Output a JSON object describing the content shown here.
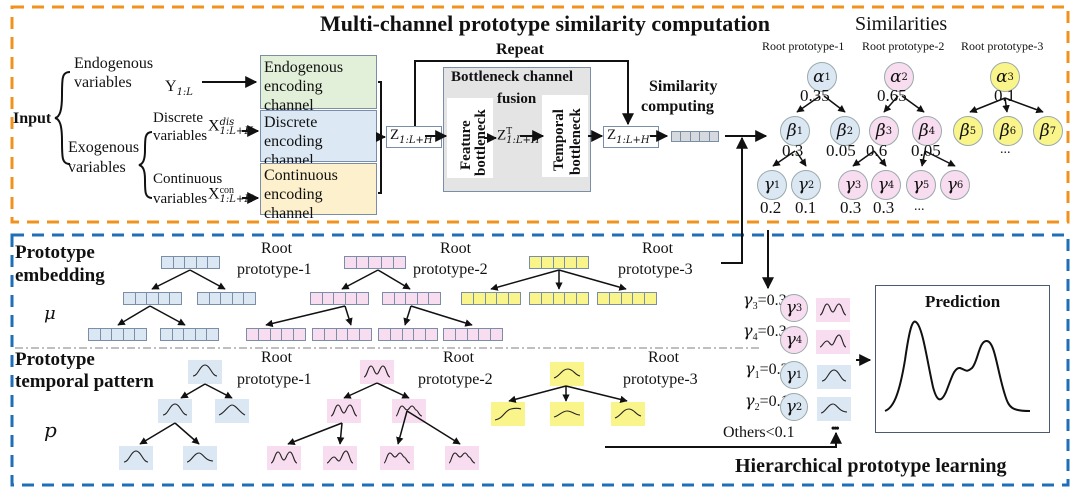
{
  "top_section": {
    "title": "Multi-channel prototype similarity computation",
    "input_label": "Input",
    "endogenous_label_1": "Endogenous",
    "endogenous_label_2": "variables",
    "exogenous_label_1": "Exogenous",
    "exogenous_label_2": "variables",
    "discrete_label_1": "Discrete",
    "discrete_label_2": "variables",
    "continuous_label_1": "Continuous",
    "continuous_label_2": "variables",
    "y_symbol": "Y",
    "y_sub": "1:L",
    "x_dis_symbol": "X",
    "x_dis_sup": "dis",
    "x_dis_sub": "1:L+H",
    "x_con_symbol": "X",
    "x_con_sup": "con",
    "x_con_sub": "1:L+H",
    "channels": [
      {
        "line1": "Endogenous",
        "line2": "encoding channel",
        "color": "#e2efd9"
      },
      {
        "line1": "Discrete",
        "line2": "encoding channel",
        "color": "#dce9f5"
      },
      {
        "line1": "Continuous",
        "line2": "encoding channel",
        "color": "#fdf0cc"
      }
    ],
    "z_symbol": "Z",
    "z_sub": "1:L+H",
    "zt_sup": "T",
    "repeat_label": "Repeat",
    "bottleneck_title_1": "Bottleneck channel",
    "bottleneck_title_2": "fusion",
    "feature_bottleneck_1": "Feature",
    "feature_bottleneck_2": "bottleneck",
    "temporal_bottleneck_1": "Temporal",
    "temporal_bottleneck_2": "bottleneck",
    "similarity_computing_1": "Similarity",
    "similarity_computing_2": "computing",
    "similarities_title": "Similarities",
    "root_labels": [
      "Root prototype-1",
      "Root prototype-2",
      "Root prototype-3"
    ],
    "tree": {
      "alpha": [
        {
          "sym": "α",
          "sub": "1",
          "val": "0.35"
        },
        {
          "sym": "α",
          "sub": "2",
          "val": "0.65"
        },
        {
          "sym": "α",
          "sub": "3",
          "val": "0.1"
        }
      ],
      "beta": [
        {
          "sym": "β",
          "sub": "1",
          "val": "0.3"
        },
        {
          "sym": "β",
          "sub": "2",
          "val": "0.05"
        },
        {
          "sym": "β",
          "sub": "3",
          "val": "0.6"
        },
        {
          "sym": "β",
          "sub": "4",
          "val": "0.05"
        },
        {
          "sym": "β",
          "sub": "5",
          "val": ""
        },
        {
          "sym": "β",
          "sub": "6",
          "val": ""
        },
        {
          "sym": "β",
          "sub": "7",
          "val": ""
        }
      ],
      "gamma": [
        {
          "sym": "γ",
          "sub": "1",
          "val": "0.2"
        },
        {
          "sym": "γ",
          "sub": "2",
          "val": "0.1"
        },
        {
          "sym": "γ",
          "sub": "3",
          "val": "0.3"
        },
        {
          "sym": "γ",
          "sub": "4",
          "val": "0.3"
        },
        {
          "sym": "γ",
          "sub": "5",
          "val": ""
        },
        {
          "sym": "γ",
          "sub": "6",
          "val": ""
        }
      ],
      "ellipsis_beta": "...",
      "ellipsis_gamma": "..."
    }
  },
  "bottom_section": {
    "title": "Hierarchical prototype learning",
    "embedding_title_1": "Prototype",
    "embedding_title_2": "embedding",
    "embedding_symbol": "μ",
    "pattern_title_1": "Prototype",
    "pattern_title_2": "temporal pattern",
    "pattern_symbol": "p",
    "root_word": "Root",
    "root_names": [
      "prototype-1",
      "prototype-2",
      "prototype-3"
    ],
    "weights": [
      {
        "sym": "γ",
        "sub": "3",
        "val": "=0.3",
        "color": "pink"
      },
      {
        "sym": "γ",
        "sub": "4",
        "val": "=0.3",
        "color": "pink"
      },
      {
        "sym": "γ",
        "sub": "1",
        "val": "=0.2",
        "color": "blue"
      },
      {
        "sym": "γ",
        "sub": "2",
        "val": "=0.1",
        "color": "blue"
      }
    ],
    "others_label": "Others<0.1",
    "others_ellipsis": "•••",
    "prediction_label": "Prediction"
  },
  "colors": {
    "orange_border": "#f0921e",
    "blue_border": "#1f6fb8",
    "proto_blue": "#dbe7f3",
    "proto_pink": "#f8dcef",
    "proto_yellow": "#faf58a",
    "gray_cell": "#d6d9dd"
  }
}
